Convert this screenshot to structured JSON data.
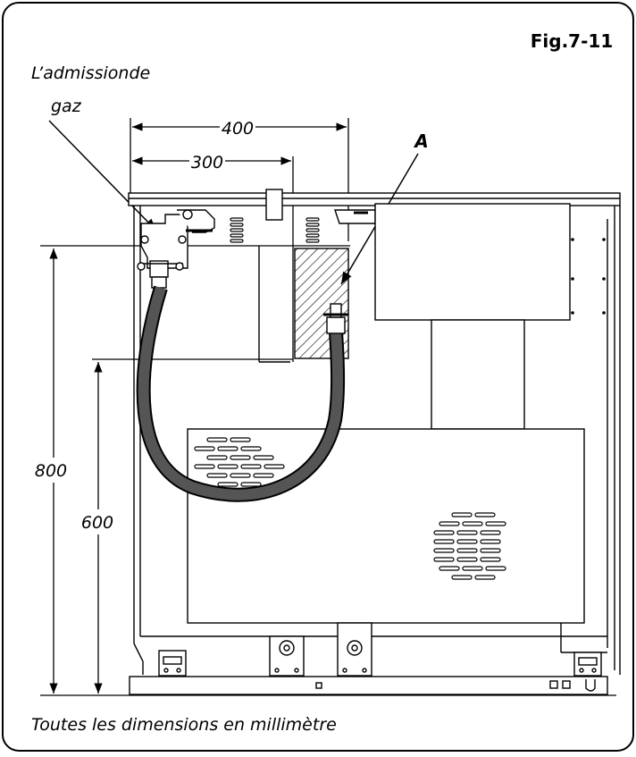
{
  "figure_label": "Fig.7-11",
  "labels": {
    "gas_inlet_line1": "L’admissionde",
    "gas_inlet_line2": "gaz",
    "callout_a": "A"
  },
  "dimensions": {
    "width_400": "400",
    "width_300": "300",
    "height_800": "800",
    "height_600": "600"
  },
  "footnote": "Toutes les dimensions en millimètre",
  "colors": {
    "line": "#000000",
    "hose": "#555555",
    "background": "#ffffff"
  }
}
